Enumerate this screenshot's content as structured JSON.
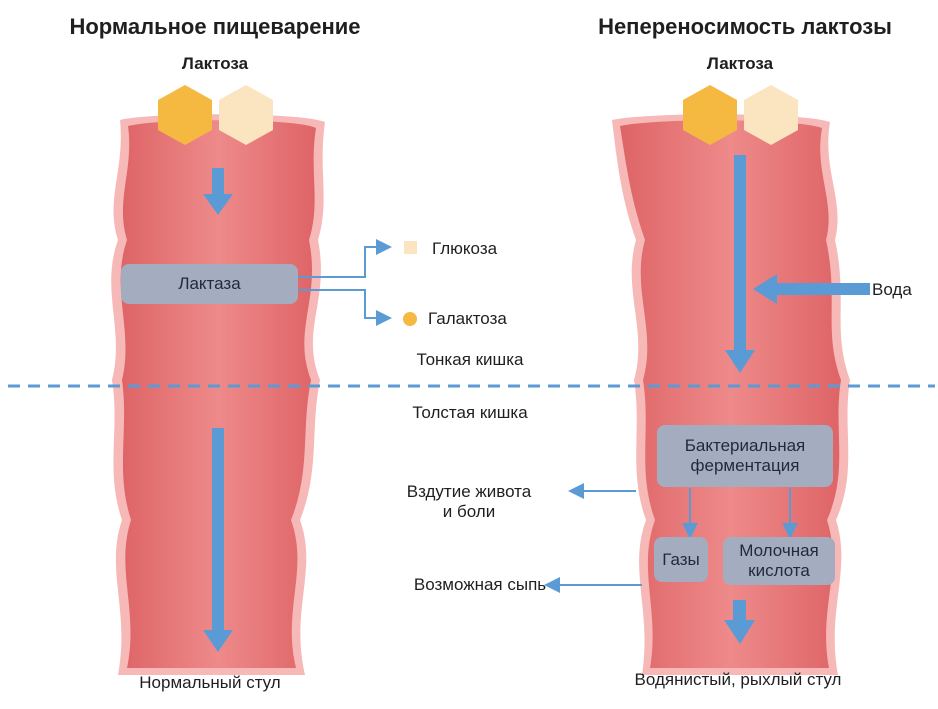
{
  "normal": {
    "title": "Нормальное пищеварение",
    "lactose_label": "Лактоза",
    "lactase_label": "Лактаза",
    "glucose_label": "Глюкоза",
    "galactose_label": "Галактоза",
    "stool_label": "Нормальный стул"
  },
  "intolerance": {
    "title": "Непереносимость лактозы",
    "lactose_label": "Лактоза",
    "water_label": "Вода",
    "fermentation_label": "Бактериальная ферментация",
    "gases_label": "Газы",
    "lactic_acid_label": "Молочная кислота",
    "bloating_label": "Вздутие живота и боли",
    "rash_label": "Возможная сыпь",
    "stool_label": "Водянистый, рыхлый стул"
  },
  "sections": {
    "small_intestine": "Тонкая кишка",
    "large_intestine": "Толстая кишка"
  },
  "colors": {
    "intestine": "#e8787a",
    "intestine_edge": "#f5b8b6",
    "arrow": "#5b9bd5",
    "glucose_hex": "#fbe4c0",
    "galactose_hex": "#f5b942",
    "box": "#a4adc0",
    "divider": "#5b9bd5"
  }
}
